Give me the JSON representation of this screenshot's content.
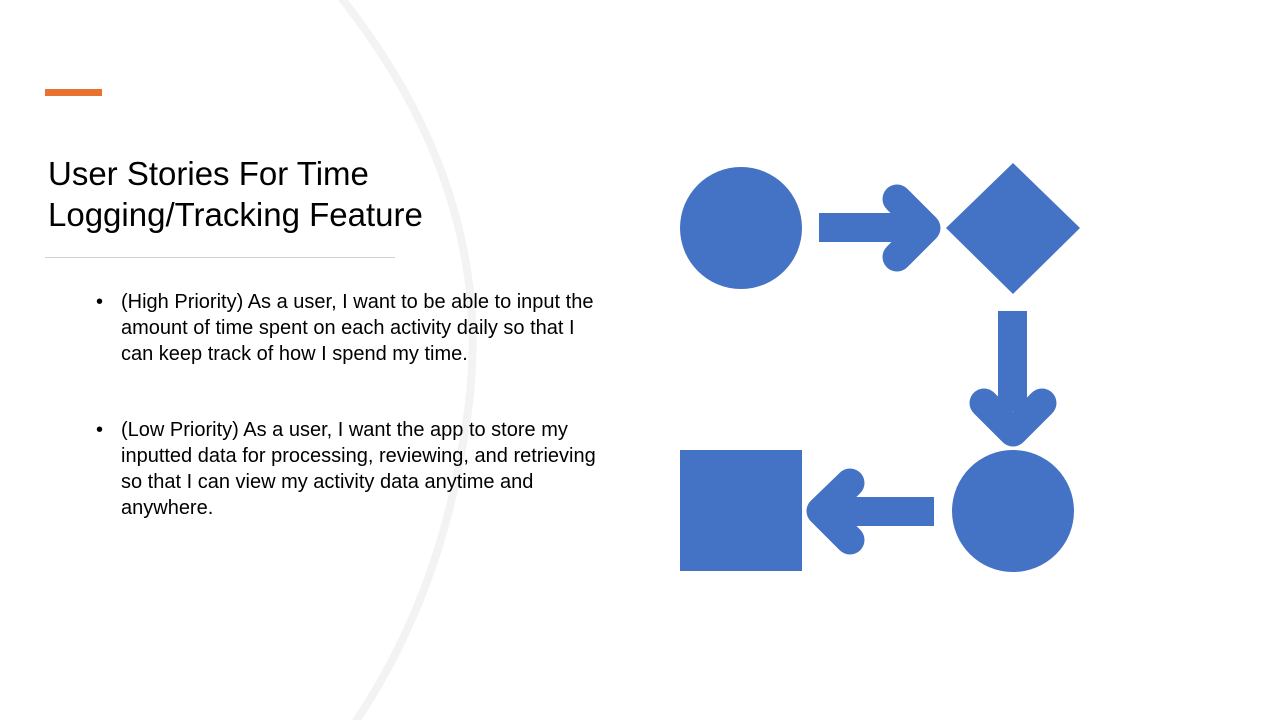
{
  "slide": {
    "title_lines": [
      "User Stories For Time",
      "Logging/Tracking Feature"
    ],
    "bullet_marker": "•",
    "bullets": [
      "(High Priority) As a user, I want to be able to input the amount of time spent on each activity daily so that I can keep track of how I spend my time.",
      "(Low Priority) As a user, I want the app to store my inputted data for processing, reviewing, and retrieving so that I can view my activity data anytime and anywhere."
    ]
  },
  "colors": {
    "accent": "#e97132",
    "shape_fill": "#4472c4",
    "background_arc": "#f3f3f3"
  },
  "diagram": {
    "shapes": [
      "circle-shape",
      "arrow-right-icon",
      "diamond-shape",
      "arrow-down-icon",
      "circle-shape",
      "arrow-left-icon",
      "square-shape"
    ]
  }
}
